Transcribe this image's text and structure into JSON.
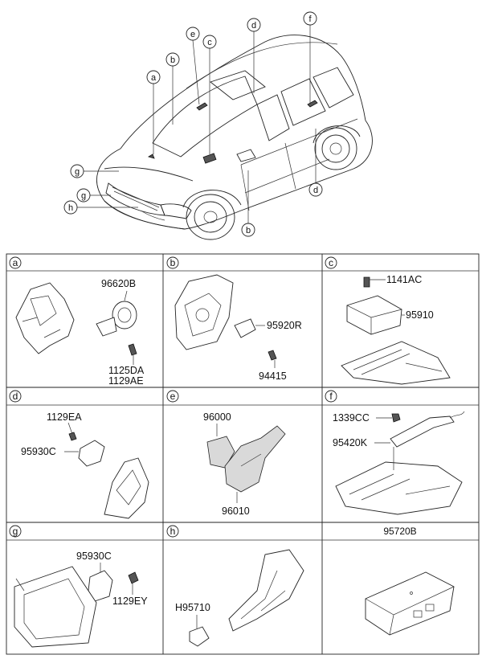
{
  "callouts": {
    "a": "a",
    "b": "b",
    "c": "c",
    "d": "d",
    "e": "e",
    "f": "f",
    "g": "g",
    "h": "h"
  },
  "panels": [
    {
      "id": "a",
      "header": "a",
      "labels": [
        "96620B",
        "1125DA",
        "1129AE"
      ]
    },
    {
      "id": "b",
      "header": "b",
      "labels": [
        "95920R",
        "94415"
      ]
    },
    {
      "id": "c",
      "header": "c",
      "labels": [
        "1141AC",
        "95910"
      ]
    },
    {
      "id": "d",
      "header": "d",
      "labels": [
        "1129EA",
        "95930C"
      ]
    },
    {
      "id": "e",
      "header": "e",
      "labels": [
        "96000",
        "96010"
      ]
    },
    {
      "id": "f",
      "header": "f",
      "labels": [
        "1339CC",
        "95420K"
      ]
    },
    {
      "id": "g",
      "header": "g",
      "labels": [
        "95930C",
        "1129EY"
      ]
    },
    {
      "id": "h",
      "header": "h",
      "labels": [
        "H95710"
      ]
    },
    {
      "id": "95720B",
      "header": "95720B",
      "labels": []
    }
  ]
}
